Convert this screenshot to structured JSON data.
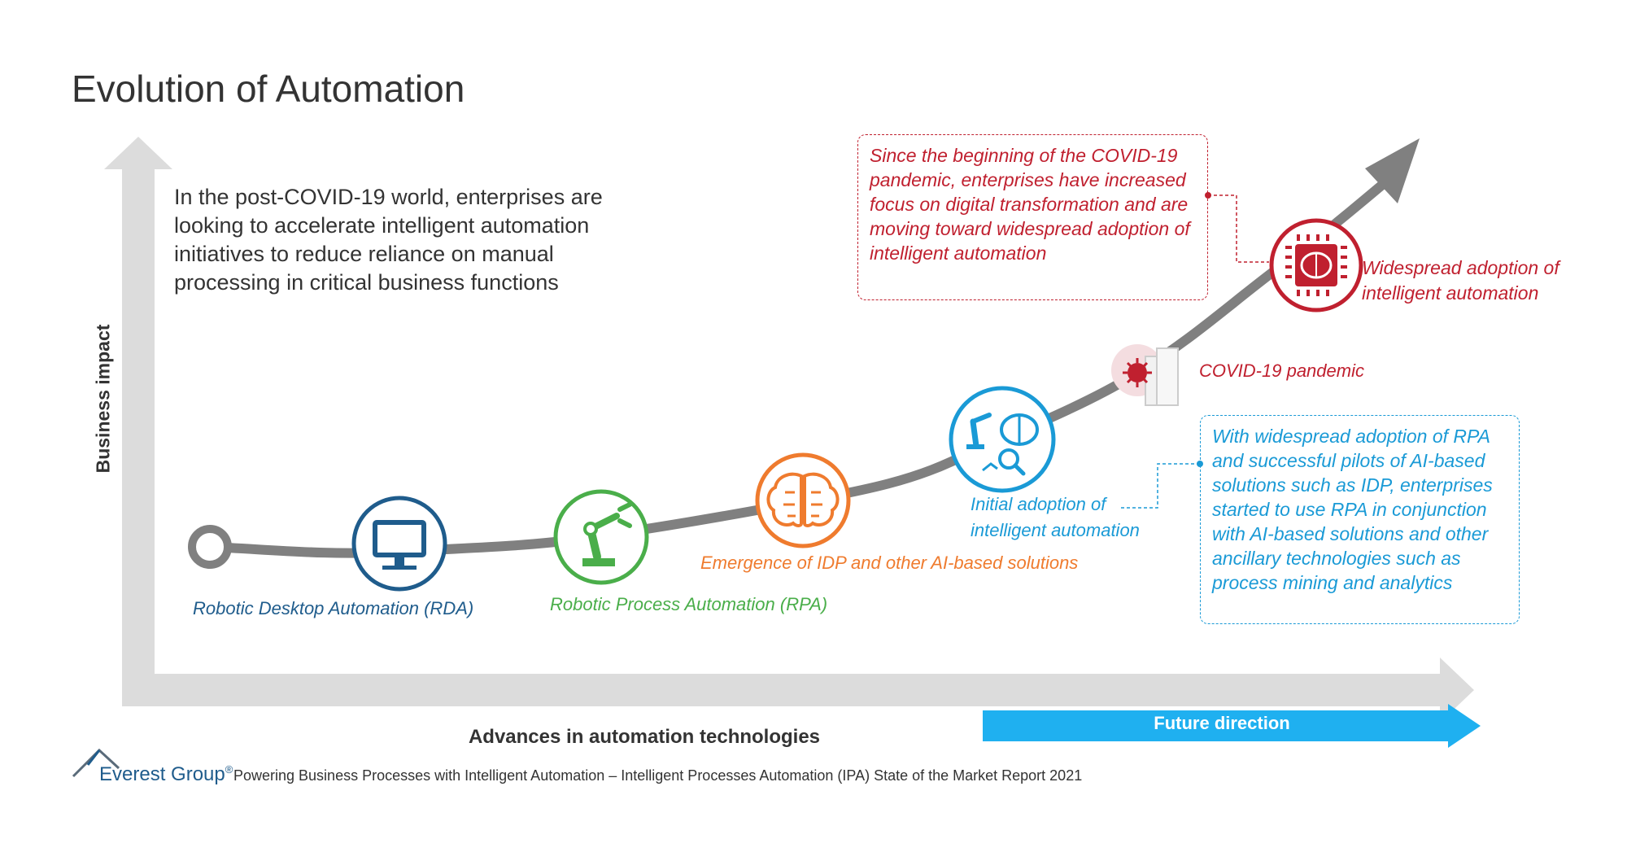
{
  "title": "Evolution of Automation",
  "intro": "In the post-COVID-19 world, enterprises are looking to accelerate intelligent automation initiatives to reduce reliance on manual processing in critical business functions",
  "axes": {
    "y_label": "Business impact",
    "x_label": "Advances in automation technologies",
    "future_label": "Future direction"
  },
  "stages": {
    "rda": "Robotic Desktop Automation (RDA)",
    "rpa": "Robotic Process Automation (RPA)",
    "idp": "Emergence of IDP and other AI-based solutions",
    "initial": "Initial adoption of intelligent automation",
    "covid": "COVID-19 pandemic",
    "widespread": "Widespread adoption of intelligent automation"
  },
  "callouts": {
    "red": "Since the beginning of the COVID-19 pandemic, enterprises have increased focus on digital transformation and are moving toward widespread adoption of intelligent automation",
    "blue": "With widespread adoption of RPA and successful pilots of AI-based solutions such as IDP, enterprises started to use RPA in conjunction with AI-based solutions and other ancillary technologies such as process mining and analytics"
  },
  "icons": {
    "rda": "monitor-icon",
    "rpa": "robotic-arm-icon",
    "idp": "circuit-brain-icon",
    "initial": "robot-brain-analytics-icon",
    "covid": "virus-building-icon",
    "widespread": "chip-brain-icon"
  },
  "colors": {
    "rda": "#1f5c8c",
    "rpa": "#4aae4a",
    "idp": "#ef7b2e",
    "initial": "#1a9ad6",
    "covid": "#c0202f",
    "future": "#1fb0f0",
    "axis": "#dcdcdc",
    "curve": "#808080"
  },
  "footer": {
    "brand": "Everest Group",
    "brand_mark": "®",
    "text": "Powering Business Processes with Intelligent Automation – Intelligent Processes Automation (IPA) State of the Market Report 2021"
  }
}
